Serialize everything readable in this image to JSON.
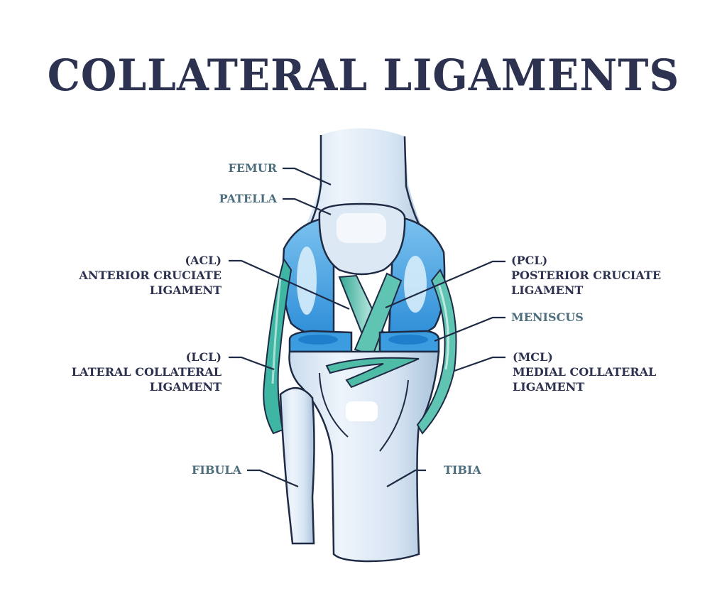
{
  "title": "COLLATERAL LIGAMENTS",
  "colors": {
    "title": "#2d3250",
    "label_dark": "#2d3250",
    "label_accent": "#4d6e7c",
    "outline": "#1f2a44",
    "bone_light": "#e6eef8",
    "bone_shade": "#b5cbe0",
    "cartilage_blue": "#3b9de0",
    "cartilage_light": "#8cc8f0",
    "ligament_teal": "#3fb5a3",
    "ligament_light": "#9fdcd2"
  },
  "labels": {
    "femur": {
      "lines": [
        "FEMUR"
      ]
    },
    "patella": {
      "lines": [
        "PATELLA"
      ]
    },
    "acl": {
      "lines": [
        "(ACL)",
        "ANTERIOR CRUCIATE",
        "LIGAMENT"
      ]
    },
    "lcl": {
      "lines": [
        "(LCL)",
        "LATERAL COLLATERAL",
        "LIGAMENT"
      ]
    },
    "fibula": {
      "lines": [
        "FIBULA"
      ]
    },
    "pcl": {
      "lines": [
        "(PCL)",
        "POSTERIOR CRUCIATE",
        "LIGAMENT"
      ]
    },
    "meniscus": {
      "lines": [
        "MENISCUS"
      ]
    },
    "mcl": {
      "lines": [
        "(MCL)",
        "MEDIAL COLLATERAL",
        "LIGAMENT"
      ]
    },
    "tibia": {
      "lines": [
        "TIBIA"
      ]
    }
  }
}
